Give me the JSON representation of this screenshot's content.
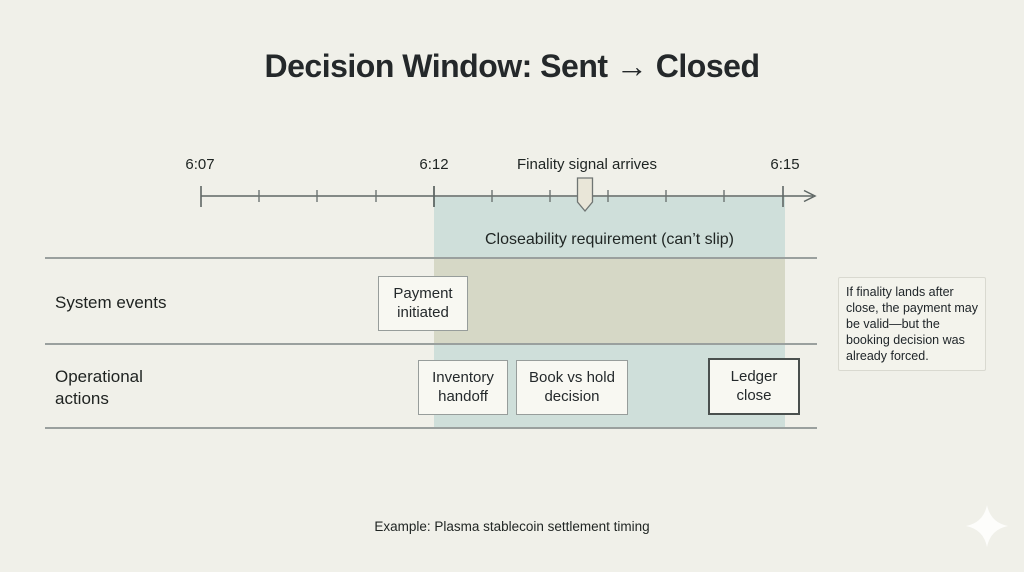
{
  "slide": {
    "title": "Decision Window: Sent → Closed",
    "caption": "Example: Plasma stablecoin settlement timing"
  },
  "timeline": {
    "ticks": [
      "6:07",
      "6:12",
      "6:15"
    ],
    "finality_label": "Finality signal arrives"
  },
  "band": {
    "label": "Closeability requirement (can’t slip)"
  },
  "rows": [
    {
      "label": "System events",
      "events": [
        {
          "label": "Payment initiated"
        }
      ]
    },
    {
      "label": "Operational actions",
      "events": [
        {
          "label": "Inventory handoff"
        },
        {
          "label": "Book vs hold decision"
        },
        {
          "label": "Ledger close"
        }
      ]
    }
  ],
  "annotation": {
    "text": "If finality lands after close, the payment may be valid—but the booking decision was already forced."
  },
  "colors": {
    "background": "#f0f0e9",
    "band_teal": "#cfdfda",
    "band_olive": "#d6d8c6",
    "box_background": "#f8f8f2",
    "divider_gray": "#9aa09e",
    "axis_gray": "#5f6765",
    "text_dark": "#24282a",
    "marker_fill": "#e9e6d8"
  }
}
